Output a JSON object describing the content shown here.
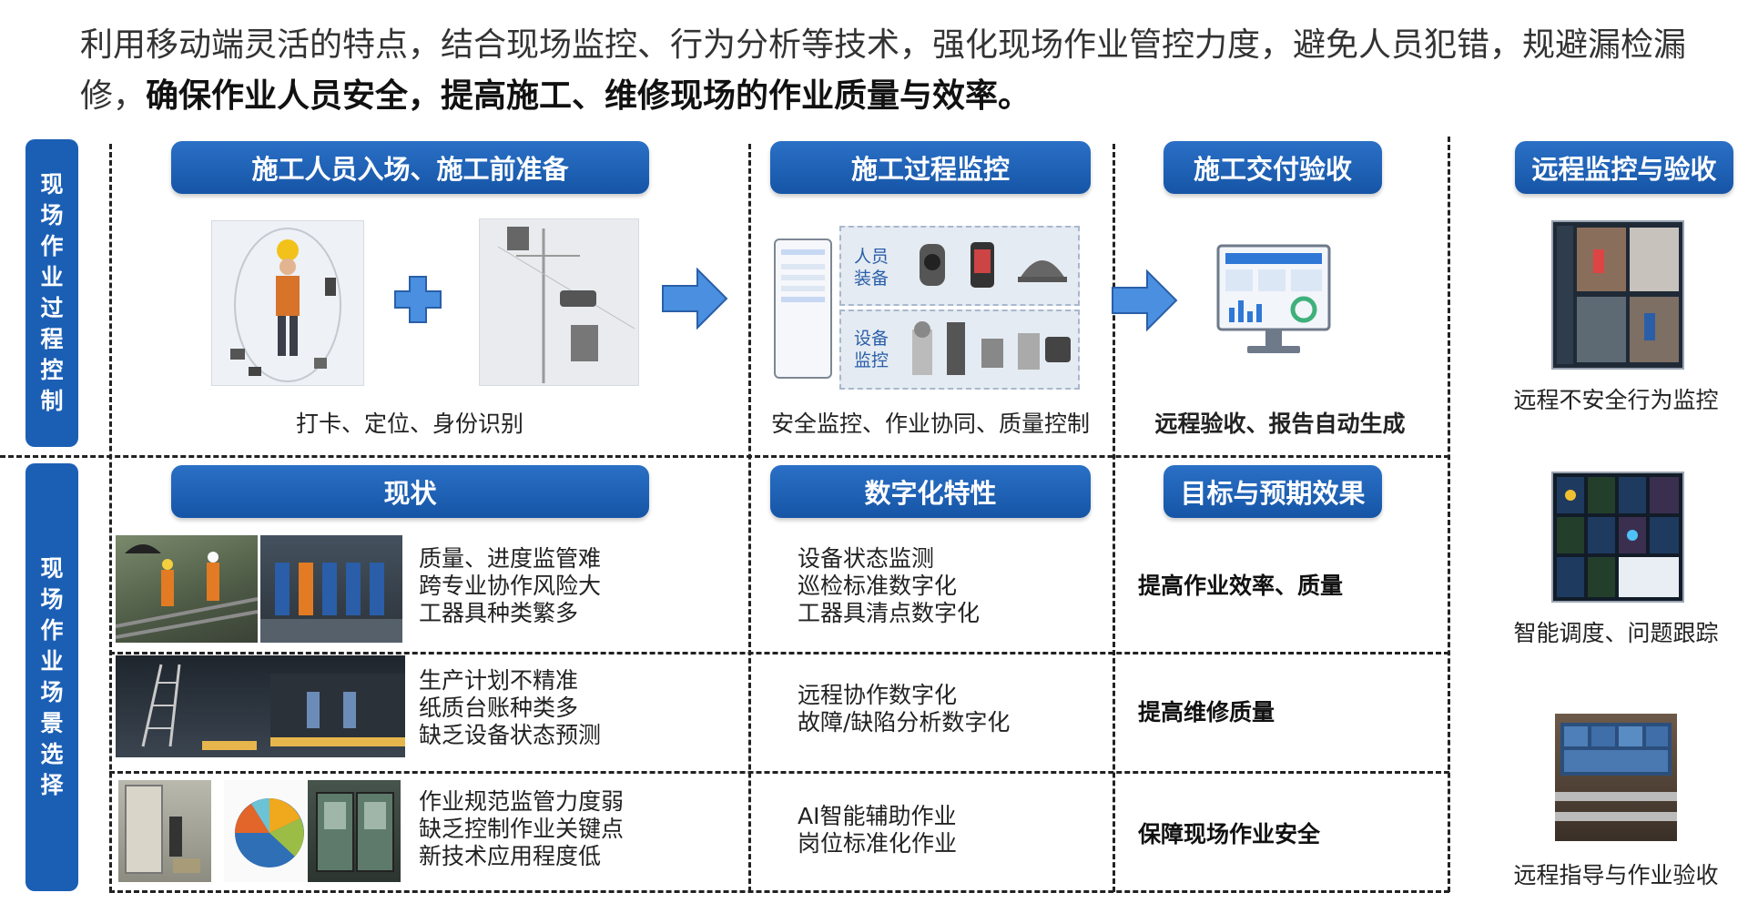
{
  "intro": {
    "normal": "利用移动端灵活的特点，结合现场监控、行为分析等技术，强化现场作业管控力度，避免人员犯错，规避漏检漏修，",
    "bold": "确保作业人员安全，提高施工、维修现场的作业质量与效率。"
  },
  "side_labels": {
    "top": "现场作业过程控制",
    "bottom": "现场作业场景选择"
  },
  "top_headers": {
    "col1": "施工人员入场、施工前准备",
    "col2": "施工过程监控",
    "col3": "施工交付验收",
    "col4": "远程监控与验收"
  },
  "top_captions": {
    "col1": "打卡、定位、身份识别",
    "col2": "安全监控、作业协同、质量控制",
    "col3": "远程验收、报告自动生成"
  },
  "equipment_labels": {
    "person_line1": "人员",
    "person_line2": "装备",
    "device_line1": "设备",
    "device_line2": "监控"
  },
  "bottom_headers": {
    "col1": "现状",
    "col2": "数字化特性",
    "col3": "目标与预期效果"
  },
  "rows": [
    {
      "status": [
        "质量、进度监管难",
        "跨专业协作风险大",
        "工器具种类繁多"
      ],
      "features": [
        "设备状态监测",
        "巡检标准数字化",
        "工器具清点数字化"
      ],
      "goal": "提高作业效率、质量"
    },
    {
      "status": [
        "生产计划不精准",
        "纸质台账种类多",
        "缺乏设备状态预测"
      ],
      "features": [
        "远程协作数字化",
        "故障/缺陷分析数字化"
      ],
      "goal": "提高维修质量"
    },
    {
      "status": [
        "作业规范监管力度弱",
        "缺乏控制作业关键点",
        "新技术应用程度低"
      ],
      "features": [
        "AI智能辅助作业",
        "岗位标准化作业"
      ],
      "goal": "保障现场作业安全"
    }
  ],
  "remote_captions": [
    "远程不安全行为监控",
    "智能调度、问题跟踪",
    "远程指导与作业验收"
  ],
  "colors": {
    "accent": "#1b5fb5",
    "arrow": "#4a8fe0"
  }
}
